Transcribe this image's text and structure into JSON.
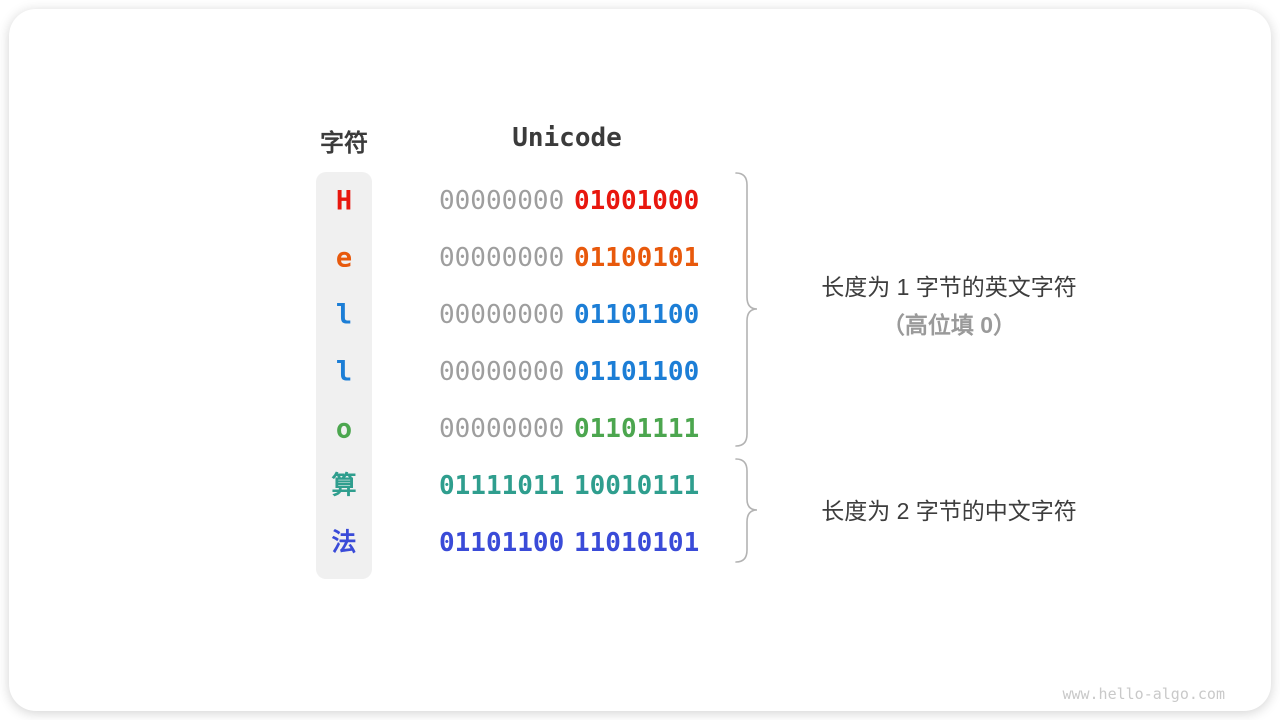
{
  "table": {
    "char_header": "字符",
    "unicode_header": "Unicode",
    "rows": [
      {
        "char": "H",
        "color": "#e8170e",
        "byte1": "00000000",
        "byte2": "01001000",
        "byte1_colored": false
      },
      {
        "char": "e",
        "color": "#e8590c",
        "byte1": "00000000",
        "byte2": "01100101",
        "byte1_colored": false
      },
      {
        "char": "l",
        "color": "#1c7ed6",
        "byte1": "00000000",
        "byte2": "01101100",
        "byte1_colored": false
      },
      {
        "char": "l",
        "color": "#1c7ed6",
        "byte1": "00000000",
        "byte2": "01101100",
        "byte1_colored": false
      },
      {
        "char": "o",
        "color": "#4ca64f",
        "byte1": "00000000",
        "byte2": "01101111",
        "byte1_colored": false
      },
      {
        "char": "算",
        "color": "#2f9e8e",
        "byte1": "01111011",
        "byte2": "10010111",
        "byte1_colored": true
      },
      {
        "char": "法",
        "color": "#3a4bd8",
        "byte1": "01101100",
        "byte2": "11010101",
        "byte1_colored": true
      }
    ]
  },
  "annotations": {
    "group1_line1": "长度为 1 字节的英文字符",
    "group1_line2": "（高位填 0）",
    "group2_line1": "长度为 2 字节的中文字符"
  },
  "watermark": "www.hello-algo.com",
  "colors": {
    "text_dark": "#3b3b3b",
    "binary_gray": "#9e9e9e",
    "annotation_secondary_gray": "#9a9a9a",
    "brace_gray": "#b3b3b3",
    "char_column_bg": "#f0f0f0",
    "watermark_gray": "#c9c9c9"
  }
}
